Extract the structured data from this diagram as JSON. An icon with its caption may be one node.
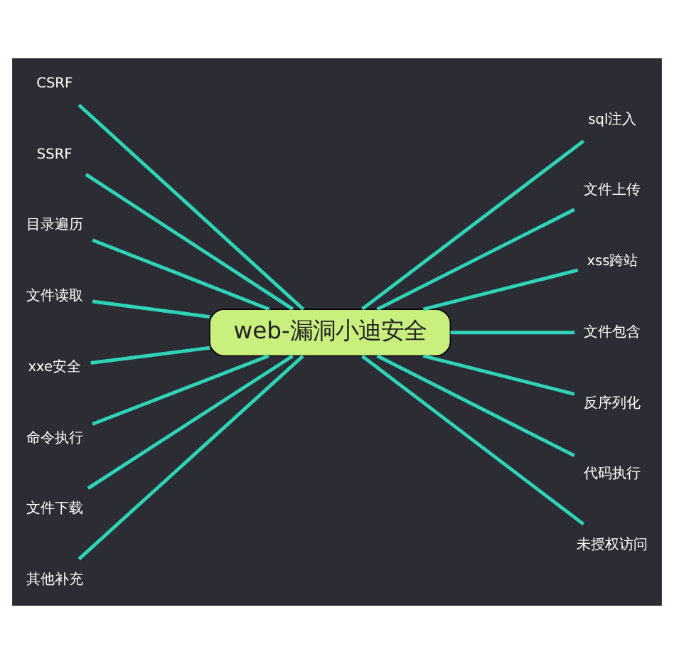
{
  "diagram": {
    "nodes": [
      {
        "text": [
          "web-漏洞小迪安全"
        ]
      },
      {
        "text": [
          "CSRF"
        ]
      },
      {
        "text": [
          "SSRF"
        ]
      },
      {
        "text": [
          "目录遍历"
        ]
      },
      {
        "text": [
          "文件读取"
        ]
      },
      {
        "text": [
          "xxe安全"
        ]
      },
      {
        "text": [
          "命令执行"
        ]
      },
      {
        "text": [
          "文件下载"
        ]
      },
      {
        "text": [
          "其他补充"
        ]
      },
      {
        "text": [
          "sql注入"
        ]
      },
      {
        "text": [
          "文件上传"
        ]
      },
      {
        "text": [
          "xss跨站"
        ]
      },
      {
        "text": [
          "文件包含"
        ]
      },
      {
        "text": [
          "反序列化"
        ]
      },
      {
        "text": [
          "代码执行"
        ]
      },
      {
        "text": [
          "未授权访问"
        ]
      }
    ],
    "edges": [
      {
        "from": 1,
        "to": 0,
        "arrow": "none"
      },
      {
        "from": 2,
        "to": 0,
        "arrow": "none"
      },
      {
        "from": 3,
        "to": 0,
        "arrow": "none"
      },
      {
        "from": 4,
        "to": 0,
        "arrow": "none"
      },
      {
        "from": 5,
        "to": 0,
        "arrow": "none"
      },
      {
        "from": 6,
        "to": 0,
        "arrow": "none"
      },
      {
        "from": 7,
        "to": 0,
        "arrow": "none"
      },
      {
        "from": 8,
        "to": 0,
        "arrow": "none"
      },
      {
        "from": 0,
        "to": 9,
        "arrow": "none"
      },
      {
        "from": 0,
        "to": 10,
        "arrow": "none"
      },
      {
        "from": 0,
        "to": 11,
        "arrow": "none"
      },
      {
        "from": 0,
        "to": 12,
        "arrow": "none"
      },
      {
        "from": 0,
        "to": 13,
        "arrow": "none"
      },
      {
        "from": 0,
        "to": 14,
        "arrow": "none"
      },
      {
        "from": 0,
        "to": 15,
        "arrow": "none"
      }
    ]
  }
}
